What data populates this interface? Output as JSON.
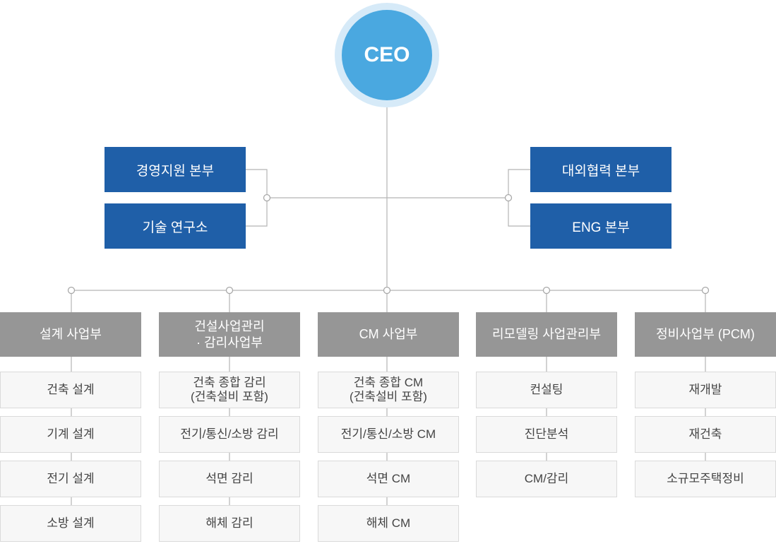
{
  "ceo": {
    "label": "CEO"
  },
  "staff_left": [
    "경영지원 본부",
    "기술 연구소"
  ],
  "staff_right": [
    "대외협력 본부",
    "ENG 본부"
  ],
  "divisions": [
    {
      "title": "설계 사업부",
      "subs": [
        "건축 설계",
        "기계 설계",
        "전기 설계",
        "소방 설계"
      ]
    },
    {
      "title": "건설사업관리\n· 감리사업부",
      "subs": [
        "건축 종합 감리\n(건축설비 포함)",
        "전기/통신/소방 감리",
        "석면 감리",
        "해체 감리"
      ]
    },
    {
      "title": "CM 사업부",
      "subs": [
        "건축 종합 CM\n(건축설비 포함)",
        "전기/통신/소방 CM",
        "석면 CM",
        "해체 CM"
      ]
    },
    {
      "title": "리모델링 사업관리부",
      "subs": [
        "컨설팅",
        "진단분석",
        "CM/감리"
      ]
    },
    {
      "title": "정비사업부 (PCM)",
      "subs": [
        "재개발",
        "재건축",
        "소규모주택정비"
      ]
    }
  ]
}
